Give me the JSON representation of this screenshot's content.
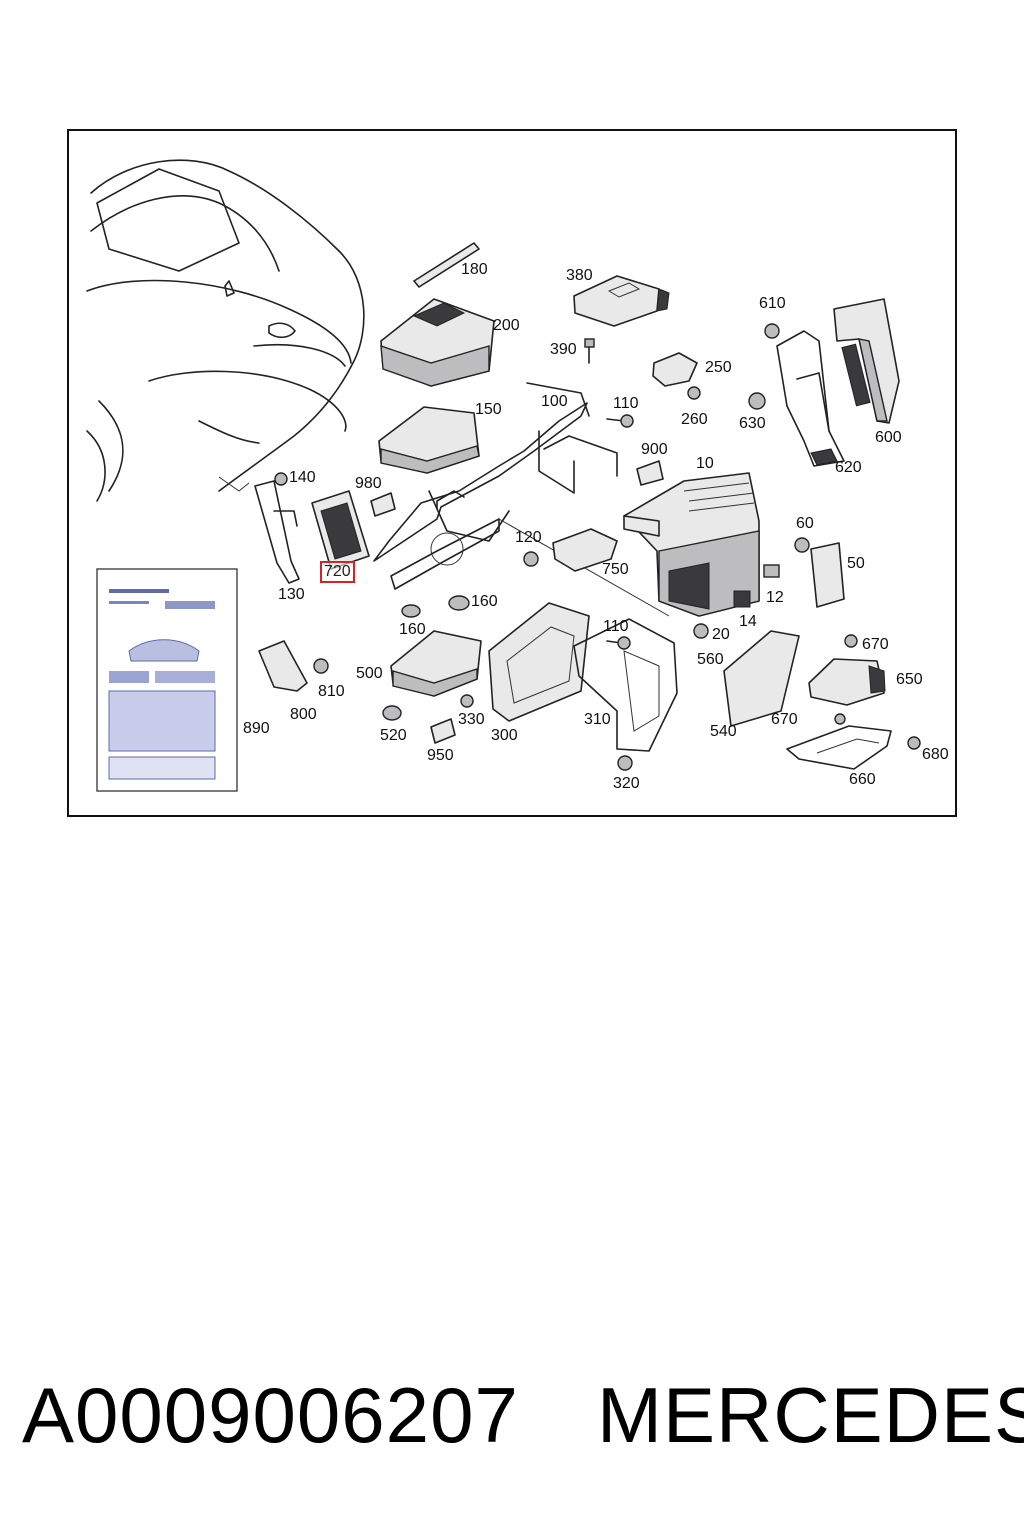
{
  "diagram": {
    "callouts": [
      {
        "id": "180",
        "label": "180"
      },
      {
        "id": "200",
        "label": "200"
      },
      {
        "id": "380",
        "label": "380"
      },
      {
        "id": "390",
        "label": "390"
      },
      {
        "id": "250",
        "label": "250"
      },
      {
        "id": "610",
        "label": "610"
      },
      {
        "id": "150",
        "label": "150"
      },
      {
        "id": "100",
        "label": "100"
      },
      {
        "id": "110a",
        "label": "110"
      },
      {
        "id": "260",
        "label": "260"
      },
      {
        "id": "630",
        "label": "630"
      },
      {
        "id": "600",
        "label": "600"
      },
      {
        "id": "140",
        "label": "140"
      },
      {
        "id": "980",
        "label": "980"
      },
      {
        "id": "900",
        "label": "900"
      },
      {
        "id": "10",
        "label": "10"
      },
      {
        "id": "620",
        "label": "620"
      },
      {
        "id": "120",
        "label": "120"
      },
      {
        "id": "60",
        "label": "60"
      },
      {
        "id": "720",
        "label": "720",
        "highlighted": true
      },
      {
        "id": "750",
        "label": "750"
      },
      {
        "id": "50",
        "label": "50"
      },
      {
        "id": "130",
        "label": "130"
      },
      {
        "id": "160a",
        "label": "160"
      },
      {
        "id": "12",
        "label": "12"
      },
      {
        "id": "160b",
        "label": "160"
      },
      {
        "id": "14",
        "label": "14"
      },
      {
        "id": "110b",
        "label": "110"
      },
      {
        "id": "20",
        "label": "20"
      },
      {
        "id": "670a",
        "label": "670"
      },
      {
        "id": "500",
        "label": "500"
      },
      {
        "id": "560",
        "label": "560"
      },
      {
        "id": "650",
        "label": "650"
      },
      {
        "id": "810",
        "label": "810"
      },
      {
        "id": "800",
        "label": "800"
      },
      {
        "id": "890",
        "label": "890"
      },
      {
        "id": "330",
        "label": "330"
      },
      {
        "id": "310",
        "label": "310"
      },
      {
        "id": "670b",
        "label": "670"
      },
      {
        "id": "540",
        "label": "540"
      },
      {
        "id": "520",
        "label": "520"
      },
      {
        "id": "300",
        "label": "300"
      },
      {
        "id": "680",
        "label": "680"
      },
      {
        "id": "950",
        "label": "950"
      },
      {
        "id": "660",
        "label": "660"
      },
      {
        "id": "320",
        "label": "320"
      }
    ],
    "highlight_color": "#d8222a"
  },
  "caption": {
    "part_number": "A0009006207",
    "brand": "MERCEDES"
  }
}
